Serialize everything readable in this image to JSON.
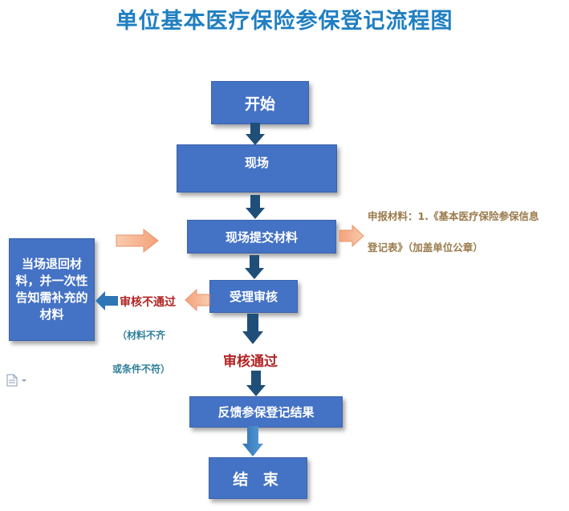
{
  "title": "单位基本医疗保险参保登记流程图",
  "steps": {
    "start": "开始",
    "onsite": "现场",
    "submit": "现场提交材料",
    "review": "受理审核",
    "feedback": "反馈参保登记结果",
    "end": "结 束"
  },
  "reject_box": "当场退回材料，并一次性告知需补充的材料",
  "materials_note": {
    "line1": "申报材料：1.《基本医疗保险参保信息",
    "line2": "登记表》（加盖单位公章）"
  },
  "review_fail": "审核不通过",
  "review_fail_reason": {
    "line1": "（材料不齐",
    "line2": "或条件不符）"
  },
  "review_pass": "审核通过",
  "colors": {
    "box_fill": "#4472c4",
    "down_arrow": "#1f4e79",
    "orange_arrow": "#f4b183",
    "title": "#1f7fc1",
    "accent_red": "#b22222",
    "note_text": "#9a7a4a",
    "reason_text": "#2f7f9a"
  },
  "icons": [
    "document-icon"
  ]
}
